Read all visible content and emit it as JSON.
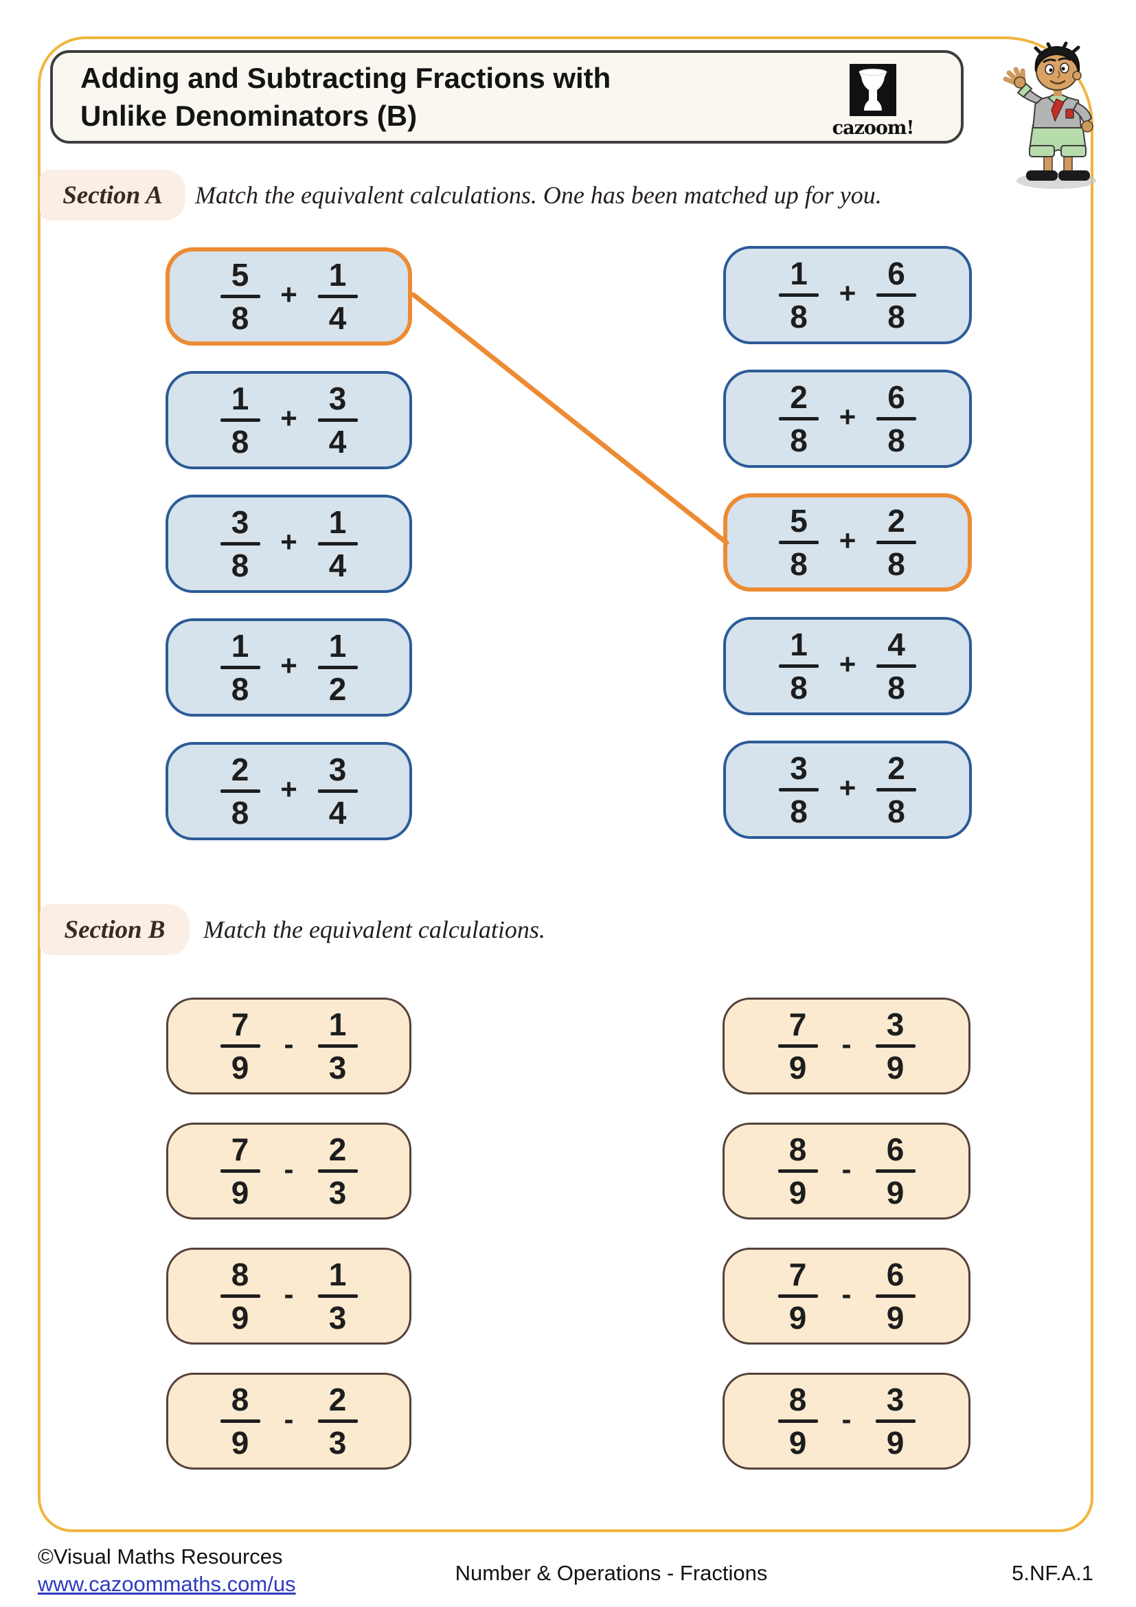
{
  "header": {
    "title_line1": "Adding and Subtracting Fractions with",
    "title_line2": "Unlike Denominators (B)",
    "brand": "cazoom!"
  },
  "section_a": {
    "label": "Section A",
    "instruction": "Match the equivalent calculations. One has been matched up for you.",
    "left_cards": [
      {
        "n1": "5",
        "d1": "8",
        "op": "+",
        "n2": "1",
        "d2": "4",
        "highlight": true
      },
      {
        "n1": "1",
        "d1": "8",
        "op": "+",
        "n2": "3",
        "d2": "4",
        "highlight": false
      },
      {
        "n1": "3",
        "d1": "8",
        "op": "+",
        "n2": "1",
        "d2": "4",
        "highlight": false
      },
      {
        "n1": "1",
        "d1": "8",
        "op": "+",
        "n2": "1",
        "d2": "2",
        "highlight": false
      },
      {
        "n1": "2",
        "d1": "8",
        "op": "+",
        "n2": "3",
        "d2": "4",
        "highlight": false
      }
    ],
    "right_cards": [
      {
        "n1": "1",
        "d1": "8",
        "op": "+",
        "n2": "6",
        "d2": "8",
        "highlight": false
      },
      {
        "n1": "2",
        "d1": "8",
        "op": "+",
        "n2": "6",
        "d2": "8",
        "highlight": false
      },
      {
        "n1": "5",
        "d1": "8",
        "op": "+",
        "n2": "2",
        "d2": "8",
        "highlight": true
      },
      {
        "n1": "1",
        "d1": "8",
        "op": "+",
        "n2": "4",
        "d2": "8",
        "highlight": false
      },
      {
        "n1": "3",
        "d1": "8",
        "op": "+",
        "n2": "2",
        "d2": "8",
        "highlight": false
      }
    ],
    "example_match": {
      "from": "left card 1 (5/8 + 1/4)",
      "to": "right card 3 (5/8 + 2/8)"
    }
  },
  "section_b": {
    "label": "Section B",
    "instruction": "Match the equivalent calculations.",
    "left_cards": [
      {
        "n1": "7",
        "d1": "9",
        "op": "-",
        "n2": "1",
        "d2": "3",
        "highlight": false
      },
      {
        "n1": "7",
        "d1": "9",
        "op": "-",
        "n2": "2",
        "d2": "3",
        "highlight": false
      },
      {
        "n1": "8",
        "d1": "9",
        "op": "-",
        "n2": "1",
        "d2": "3",
        "highlight": false
      },
      {
        "n1": "8",
        "d1": "9",
        "op": "-",
        "n2": "2",
        "d2": "3",
        "highlight": false
      }
    ],
    "right_cards": [
      {
        "n1": "7",
        "d1": "9",
        "op": "-",
        "n2": "3",
        "d2": "9",
        "highlight": false
      },
      {
        "n1": "8",
        "d1": "9",
        "op": "-",
        "n2": "6",
        "d2": "9",
        "highlight": false
      },
      {
        "n1": "7",
        "d1": "9",
        "op": "-",
        "n2": "6",
        "d2": "9",
        "highlight": false
      },
      {
        "n1": "8",
        "d1": "9",
        "op": "-",
        "n2": "3",
        "d2": "9",
        "highlight": false
      }
    ]
  },
  "footer": {
    "copyright": "©Visual Maths Resources",
    "link": "www.cazoommaths.com/us",
    "center": "Number & Operations - Fractions",
    "standard": "5.NF.A.1"
  },
  "colors": {
    "page_border": "#f1b53f",
    "title_fill": "#f9f7ef",
    "section_label_bg": "#fbeee4",
    "card_blue_fill": "#d6e2ec",
    "card_blue_border": "#2c5b97",
    "card_peach_fill": "#fcead0",
    "card_peach_border": "#54423a",
    "highlight_orange": "#ec8b33",
    "link_blue": "#2d3bbf"
  }
}
